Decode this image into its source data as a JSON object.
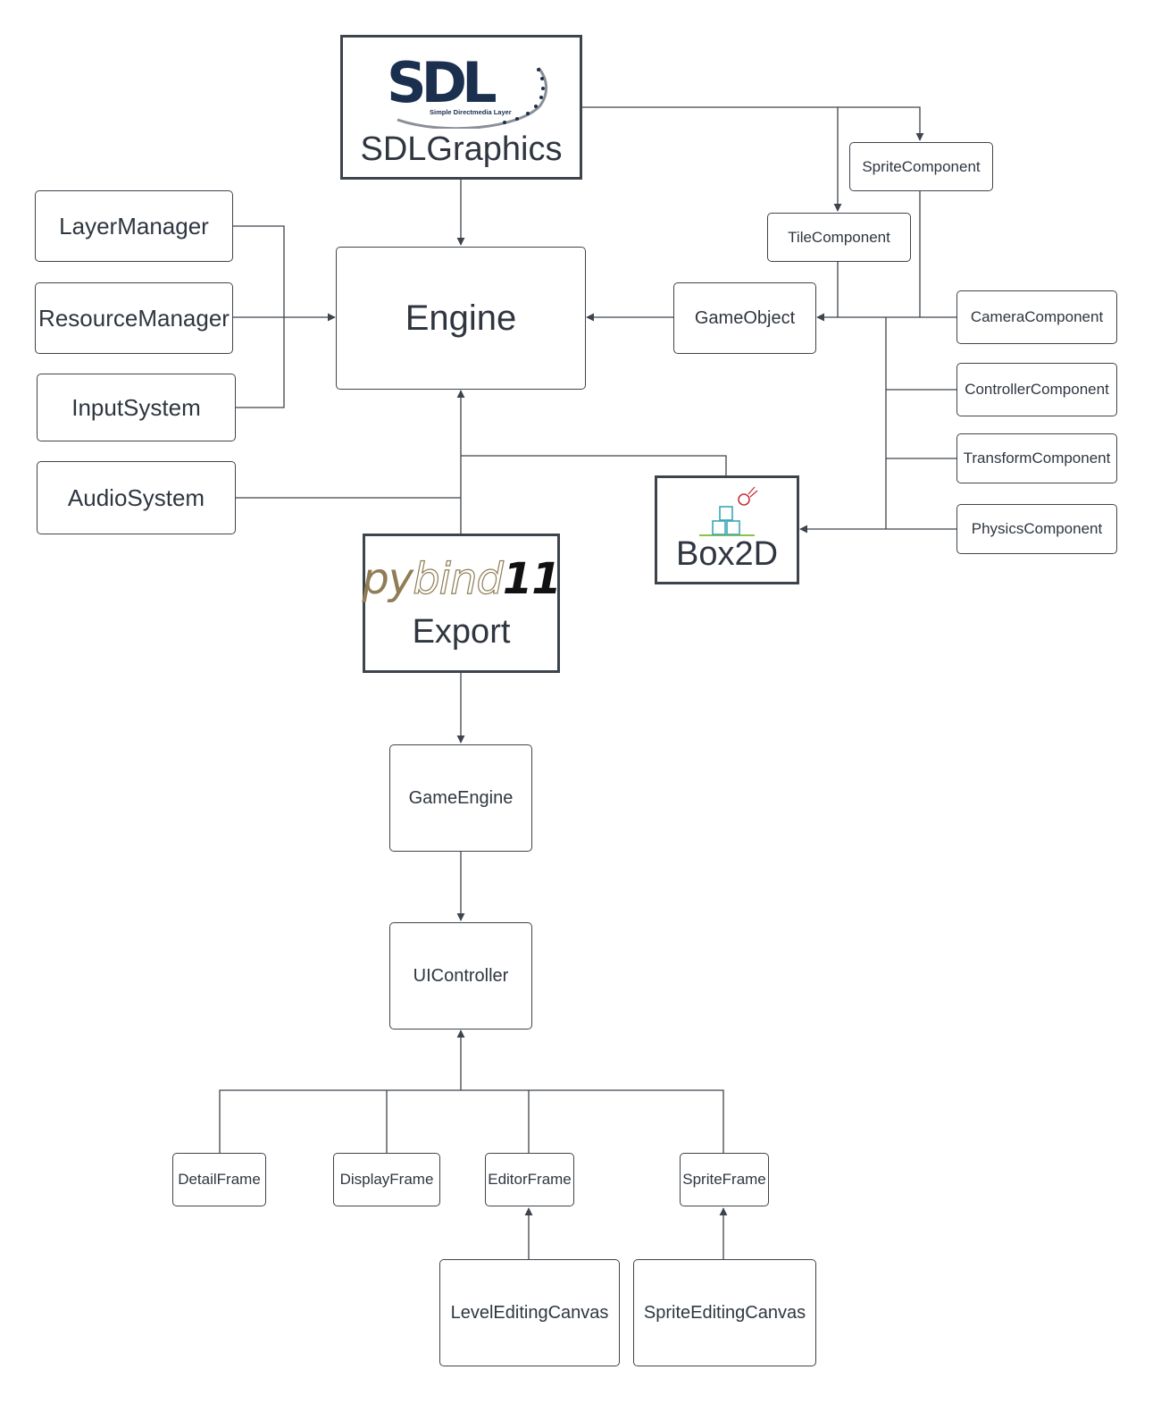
{
  "nodes": {
    "sdl_logo_text": "SDL",
    "sdl_logo_sub": "Simple Directmedia Layer",
    "sdl_graphics": "SDLGraphics",
    "engine": "Engine",
    "layer_manager": "LayerManager",
    "resource_manager": "ResourceManager",
    "input_system": "InputSystem",
    "audio_system": "AudioSystem",
    "game_object": "GameObject",
    "tile_component": "TileComponent",
    "sprite_component": "SpriteComponent",
    "camera_component": "CameraComponent",
    "controller_component": "ControllerComponent",
    "transform_component": "TransformComponent",
    "physics_component": "PhysicsComponent",
    "box2d": "Box2D",
    "pybind_logo_py": "py",
    "pybind_logo_bind": "bind",
    "pybind_logo_11": "11",
    "export": "Export",
    "game_engine": "GameEngine",
    "ui_controller": "UIController",
    "detail_frame": "DetailFrame",
    "display_frame": "DisplayFrame",
    "editor_frame": "EditorFrame",
    "sprite_frame": "SpriteFrame",
    "level_editing_canvas": "LevelEditingCanvas",
    "sprite_editing_canvas": "SpriteEditingCanvas"
  },
  "colors": {
    "line": "#3e444c",
    "text": "#2f3640",
    "sdl_navy": "#1b2f4f",
    "box2d_teal": "#3aa6b9",
    "box2d_red": "#c8323c",
    "box2d_green": "#8bc34a"
  }
}
